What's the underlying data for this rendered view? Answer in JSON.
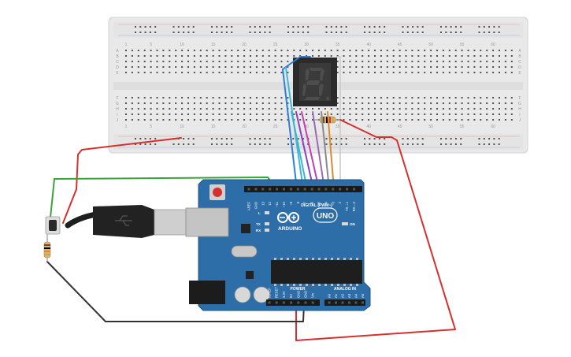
{
  "breadboard": {
    "column_numbers": [
      "1",
      "5",
      "10",
      "15",
      "20",
      "25",
      "30",
      "35",
      "40",
      "45",
      "50",
      "55",
      "60"
    ],
    "row_letters_top": [
      "A",
      "B",
      "C",
      "D",
      "E"
    ],
    "row_letters_bottom": [
      "F",
      "G",
      "H",
      "I",
      "J"
    ]
  },
  "seven_segment": {
    "digit": "8."
  },
  "arduino": {
    "model_label": "UNO",
    "brand_label": "ARDUINO",
    "digital_label": "DIGITAL (PWM~)",
    "power_label": "POWER",
    "analog_label": "ANALOG IN",
    "on_label": "ON",
    "tx_label": "TX",
    "rx_label": "RX",
    "l_label": "L",
    "digital_pins": [
      "AREF",
      "GND",
      "13",
      "12",
      "~11",
      "~10",
      "~9",
      "8",
      "7",
      "~6",
      "~5",
      "4",
      "~3",
      "2",
      "TX→1",
      "RX←0"
    ],
    "power_pins": [
      "IOREF",
      "RESET",
      "3.3V",
      "5V",
      "GND",
      "GND",
      "Vin"
    ],
    "analog_pins": [
      "A0",
      "A1",
      "A2",
      "A3",
      "A4",
      "A5"
    ]
  },
  "colors": {
    "board_blue": "#2d6ea8",
    "wire_red": "#d4302f",
    "wire_green": "#3aa33a",
    "wire_black": "#333333",
    "wire_cyan": "#3fb7d9",
    "wire_blue": "#2d7fd8",
    "wire_teal": "#38b8c8",
    "wire_purple": "#8b3fc4",
    "wire_magenta": "#c43fb0",
    "wire_grey": "#8a8a8a",
    "wire_orange": "#d98b2e"
  }
}
